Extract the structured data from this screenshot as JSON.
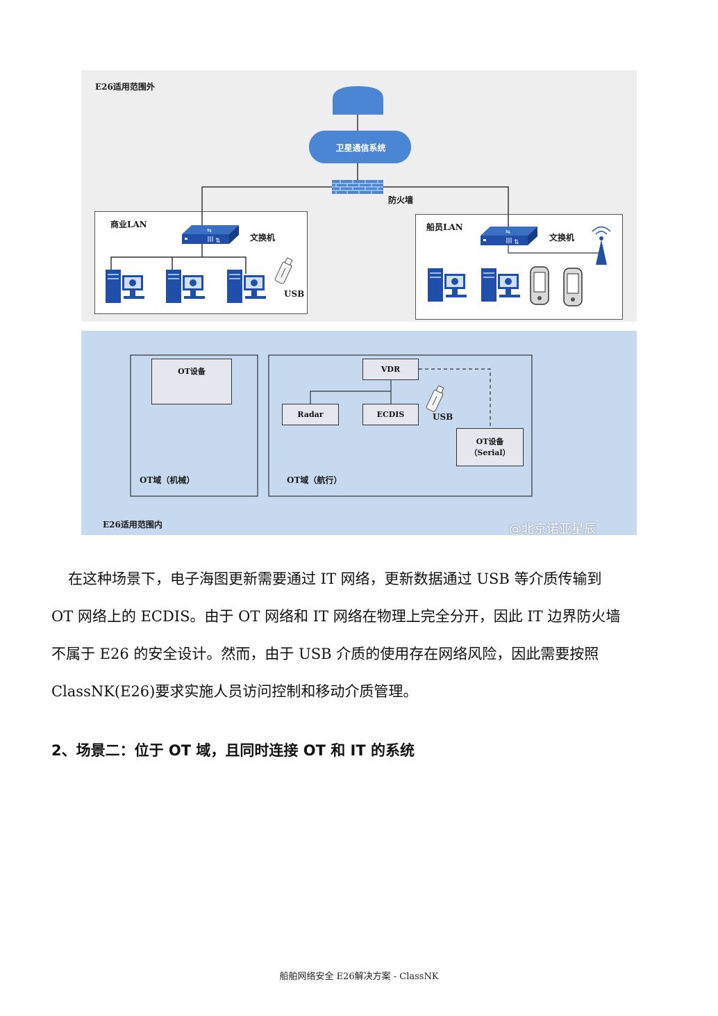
{
  "diagram": {
    "outer_scope_label": "E26适用范围外",
    "satellite_label": "卫星通信系统",
    "firewall_label": "防火墙",
    "business_lan": {
      "title": "商业LAN",
      "switch_label": "文换机",
      "usb_label": "USB"
    },
    "crew_lan": {
      "title": "船员LAN",
      "switch_label": "文换机"
    },
    "inner_scope_label": "E26适用范围内",
    "ot_machinery": {
      "device_label": "OT设备",
      "domain_label": "OT域（机械）"
    },
    "ot_navigation": {
      "vdr_label": "VDR",
      "radar_label": "Radar",
      "ecdis_label": "ECDIS",
      "usb_label": "USB",
      "ot_device_label_line1": "OT设备",
      "ot_device_label_line2": "（Serial）",
      "domain_label": "OT域（航行）"
    },
    "watermark": "@北京诺亚星辰"
  },
  "body": {
    "paragraph_lines": [
      "在这种场景下，电子海图更新需要通过 IT 网络，更新数据通过 USB 等介质传输到",
      "OT 网络上的 ECDIS。由于 OT 网络和 IT 网络在物理上完全分开，因此 IT 边界防火墙",
      "不属于 E26 的安全设计。然而，由于 USB 介质的使用存在网络风险，因此需要按照",
      "ClassNK(E26)要求实施人员访问控制和移动介质管理。"
    ],
    "heading": "2、场景二：位于 OT 域，且同时连接 OT 和 IT 的系统"
  },
  "footer": "船舶网络安全 E26解决方案 - ClassNK",
  "colors": {
    "outer_bg": "#eeeeee",
    "inner_bg": "#c7d9ef",
    "node_blue": "#4a86d4",
    "device_blue": "#1f4fa8"
  }
}
